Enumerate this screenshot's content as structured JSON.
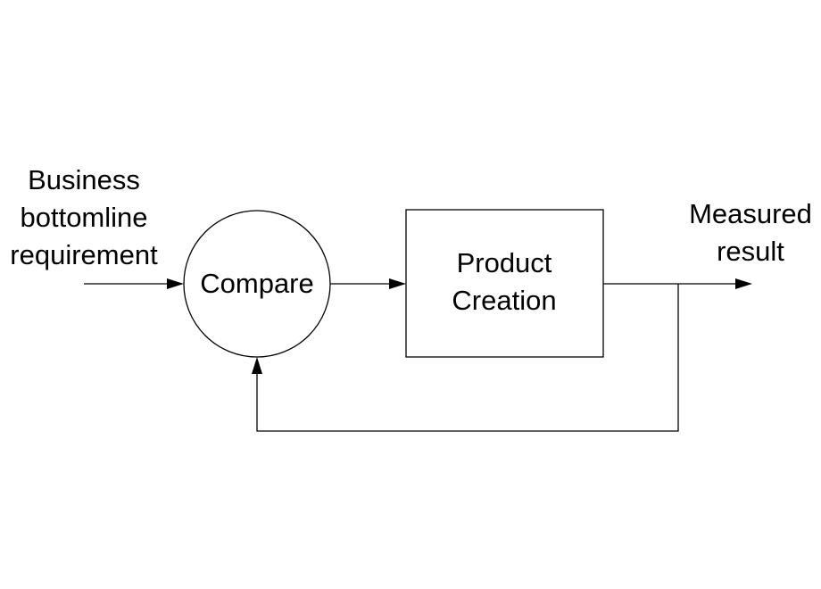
{
  "diagram": {
    "input_label": [
      "Business",
      "bottomline",
      "requirement"
    ],
    "compare_label": "Compare",
    "process_label": [
      "Product",
      "Creation"
    ],
    "output_label": [
      "Measured",
      "result"
    ]
  }
}
